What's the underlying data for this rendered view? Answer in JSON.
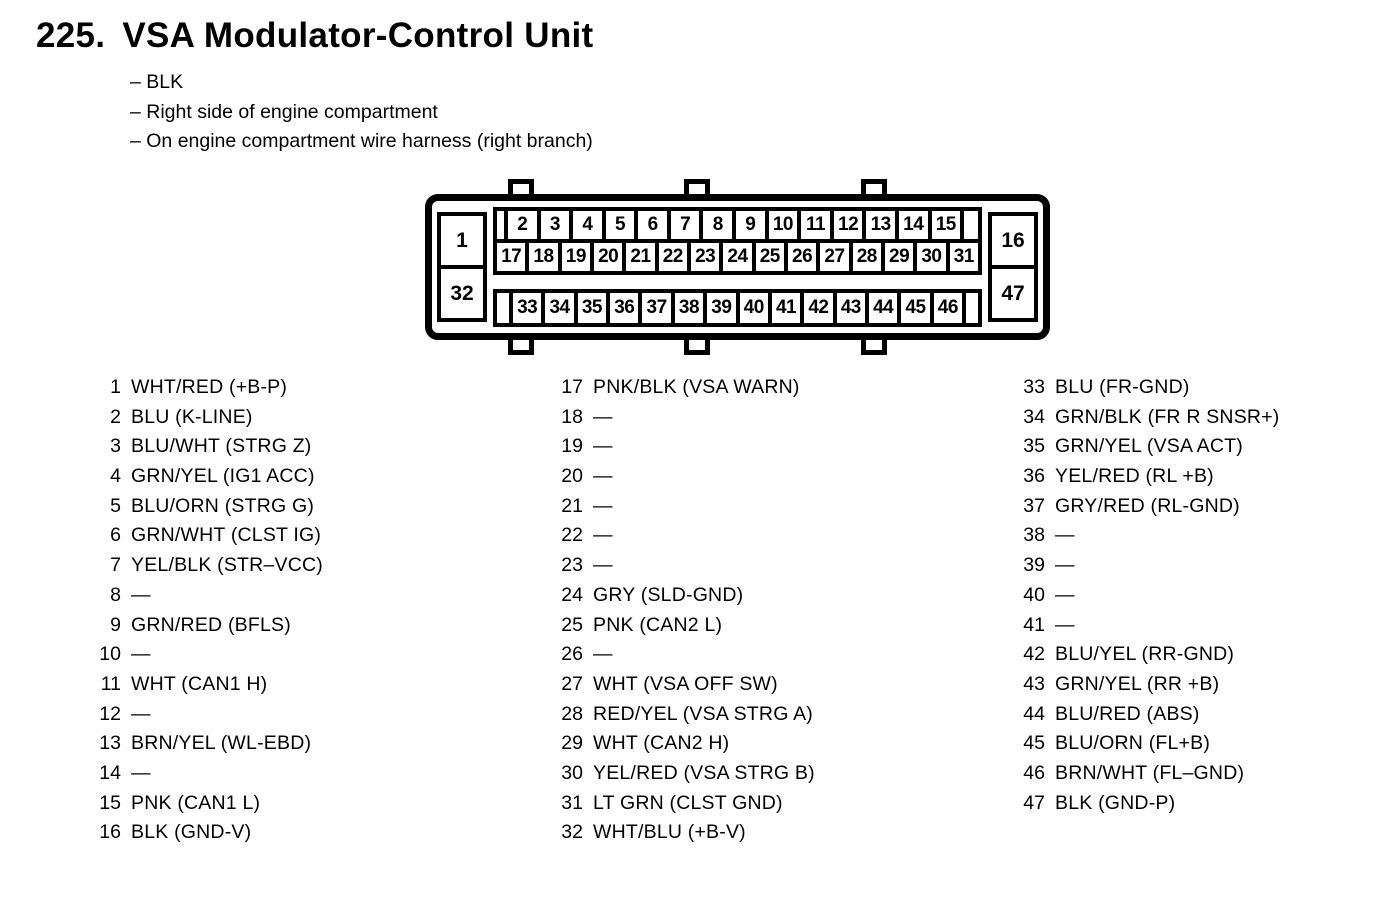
{
  "colors": {
    "ink": "#000000",
    "paper": "#ffffff"
  },
  "title": {
    "number": "225.",
    "text": "VSA Modulator-Control Unit"
  },
  "notes": [
    "– BLK",
    "– Right side of engine compartment",
    "– On engine compartment wire harness (right branch)"
  ],
  "connector": {
    "corner_pins": {
      "top_left": "1",
      "bottom_left": "32",
      "top_right": "16",
      "bottom_right": "47"
    },
    "row1_pins": [
      "2",
      "3",
      "4",
      "5",
      "6",
      "7",
      "8",
      "9",
      "10",
      "11",
      "12",
      "13",
      "14",
      "15"
    ],
    "row2_pins": [
      "17",
      "18",
      "19",
      "20",
      "21",
      "22",
      "23",
      "24",
      "25",
      "26",
      "27",
      "28",
      "29",
      "30",
      "31"
    ],
    "row3_pins": [
      "33",
      "34",
      "35",
      "36",
      "37",
      "38",
      "39",
      "40",
      "41",
      "42",
      "43",
      "44",
      "45",
      "46"
    ]
  },
  "pin_table": {
    "columns": [
      {
        "rows": [
          {
            "pin": "1",
            "desc": "WHT/RED (+B-P)"
          },
          {
            "pin": "2",
            "desc": "BLU (K-LINE)"
          },
          {
            "pin": "3",
            "desc": "BLU/WHT (STRG Z)"
          },
          {
            "pin": "4",
            "desc": "GRN/YEL (IG1 ACC)"
          },
          {
            "pin": "5",
            "desc": "BLU/ORN (STRG G)"
          },
          {
            "pin": "6",
            "desc": "GRN/WHT (CLST IG)"
          },
          {
            "pin": "7",
            "desc": "YEL/BLK (STR–VCC)"
          },
          {
            "pin": "8",
            "desc": "—"
          },
          {
            "pin": "9",
            "desc": "GRN/RED (BFLS)"
          },
          {
            "pin": "10",
            "desc": "—"
          },
          {
            "pin": "11",
            "desc": "WHT (CAN1 H)"
          },
          {
            "pin": "12",
            "desc": "—"
          },
          {
            "pin": "13",
            "desc": "BRN/YEL (WL-EBD)"
          },
          {
            "pin": "14",
            "desc": "—"
          },
          {
            "pin": "15",
            "desc": "PNK (CAN1 L)"
          },
          {
            "pin": "16",
            "desc": "BLK (GND-V)"
          }
        ]
      },
      {
        "rows": [
          {
            "pin": "17",
            "desc": "PNK/BLK (VSA WARN)"
          },
          {
            "pin": "18",
            "desc": "—"
          },
          {
            "pin": "19",
            "desc": "—"
          },
          {
            "pin": "20",
            "desc": "—"
          },
          {
            "pin": "21",
            "desc": "—"
          },
          {
            "pin": "22",
            "desc": "—"
          },
          {
            "pin": "23",
            "desc": "—"
          },
          {
            "pin": "24",
            "desc": "GRY (SLD-GND)"
          },
          {
            "pin": "25",
            "desc": "PNK (CAN2 L)"
          },
          {
            "pin": "26",
            "desc": "—"
          },
          {
            "pin": "27",
            "desc": "WHT (VSA OFF SW)"
          },
          {
            "pin": "28",
            "desc": "RED/YEL (VSA STRG A)"
          },
          {
            "pin": "29",
            "desc": "WHT (CAN2 H)"
          },
          {
            "pin": "30",
            "desc": "YEL/RED (VSA STRG B)"
          },
          {
            "pin": "31",
            "desc": "LT GRN (CLST GND)"
          },
          {
            "pin": "32",
            "desc": "WHT/BLU (+B-V)"
          }
        ]
      },
      {
        "rows": [
          {
            "pin": "33",
            "desc": "BLU (FR-GND)"
          },
          {
            "pin": "34",
            "desc": "GRN/BLK (FR R SNSR+)"
          },
          {
            "pin": "35",
            "desc": "GRN/YEL (VSA ACT)"
          },
          {
            "pin": "36",
            "desc": "YEL/RED (RL +B)"
          },
          {
            "pin": "37",
            "desc": "GRY/RED (RL-GND)"
          },
          {
            "pin": "38",
            "desc": "—"
          },
          {
            "pin": "39",
            "desc": "—"
          },
          {
            "pin": "40",
            "desc": "—"
          },
          {
            "pin": "41",
            "desc": "—"
          },
          {
            "pin": "42",
            "desc": "BLU/YEL (RR-GND)"
          },
          {
            "pin": "43",
            "desc": "GRN/YEL (RR +B)"
          },
          {
            "pin": "44",
            "desc": "BLU/RED (ABS)"
          },
          {
            "pin": "45",
            "desc": "BLU/ORN (FL+B)"
          },
          {
            "pin": "46",
            "desc": "BRN/WHT (FL–GND)"
          },
          {
            "pin": "47",
            "desc": "BLK (GND-P)"
          }
        ]
      }
    ]
  }
}
